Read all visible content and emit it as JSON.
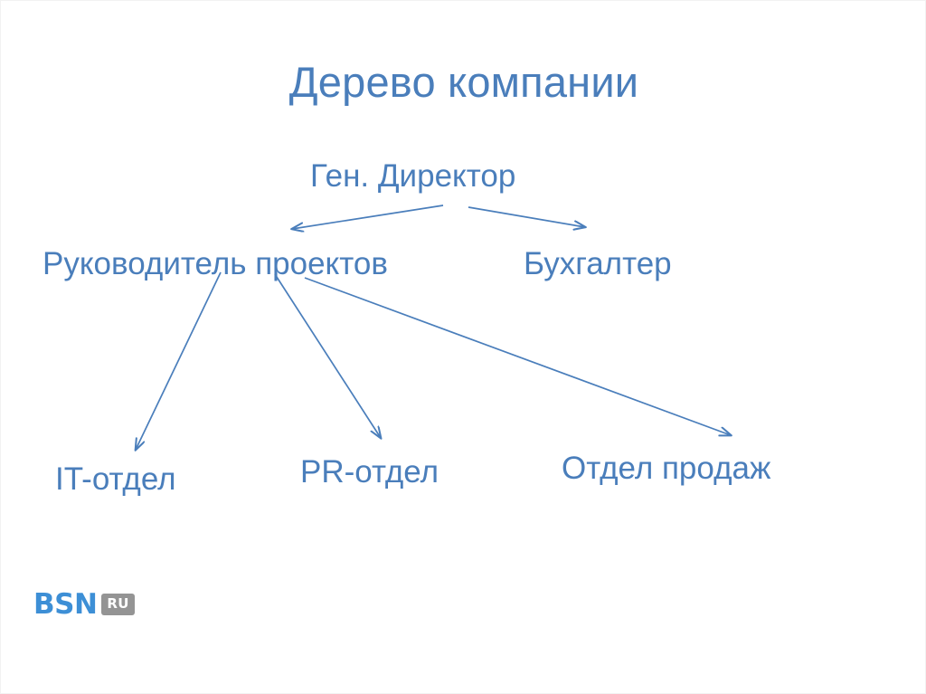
{
  "slide": {
    "title": "Дерево компании",
    "background_color": "#ffffff",
    "accent_color": "#4a7ebb"
  },
  "org_chart": {
    "type": "diagram",
    "nodes": [
      {
        "id": "ceo",
        "label": "Ген. Директор",
        "level": 1
      },
      {
        "id": "pm",
        "label": "Руководитель проектов",
        "level": 2
      },
      {
        "id": "accountant",
        "label": "Бухгалтер",
        "level": 2
      },
      {
        "id": "it",
        "label": "IT-отдел",
        "level": 3
      },
      {
        "id": "pr",
        "label": "PR-отдел",
        "level": 3
      },
      {
        "id": "sales",
        "label": "Отдел продаж",
        "level": 3
      }
    ],
    "edges": [
      {
        "from": "ceo",
        "to": "pm"
      },
      {
        "from": "ceo",
        "to": "accountant"
      },
      {
        "from": "pm",
        "to": "it"
      },
      {
        "from": "pm",
        "to": "pr"
      },
      {
        "from": "pm",
        "to": "sales"
      }
    ],
    "line_color": "#4a7ebb"
  },
  "logo": {
    "name": "BSN",
    "suffix": "RU",
    "name_color": "#3d8fd6",
    "suffix_bg_color": "#949494"
  }
}
